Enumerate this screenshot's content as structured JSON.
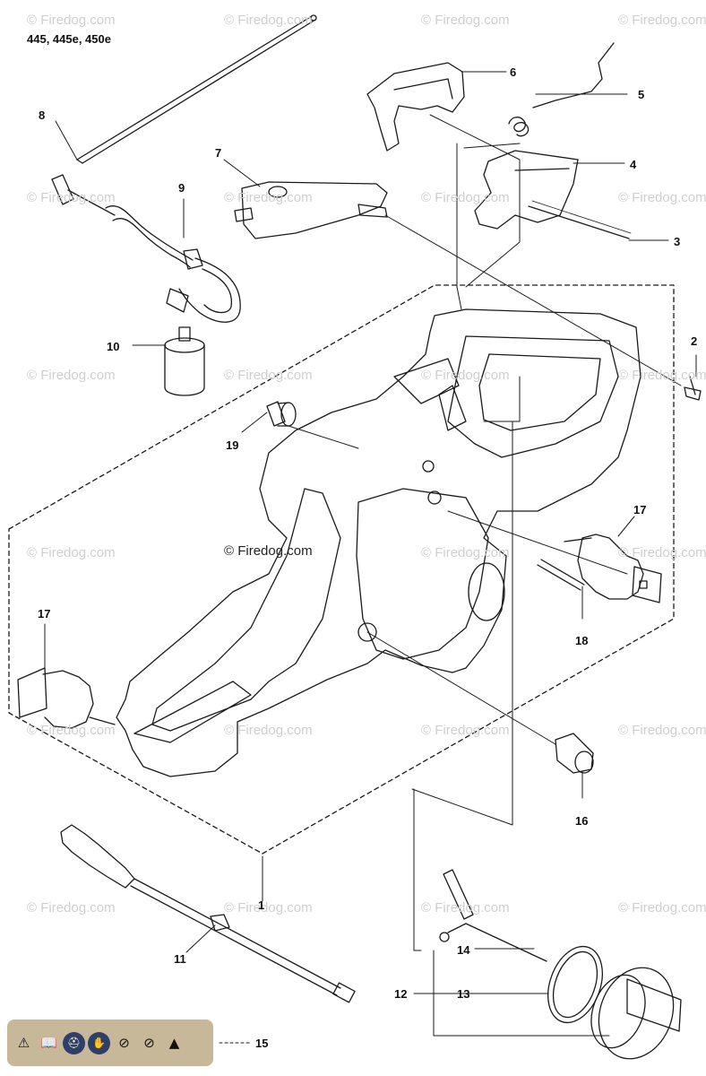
{
  "model_label": "445, 445e, 450e",
  "watermark_text": "© Firedog.com",
  "center_watermark": "© Firedog.com",
  "callouts": [
    "6",
    "5",
    "4",
    "3",
    "7",
    "8",
    "9",
    "2",
    "10",
    "19",
    "17",
    "17",
    "18",
    "16",
    "1",
    "11",
    "14",
    "12",
    "13",
    "15"
  ],
  "warning_icons": [
    {
      "icon": "warning-triangle-icon",
      "glyph": "⚠"
    },
    {
      "icon": "manual-book-icon",
      "glyph": "📖"
    },
    {
      "icon": "helmet-icon",
      "glyph": "⛑"
    },
    {
      "icon": "gloves-icon",
      "glyph": "✋"
    },
    {
      "icon": "no-smoking-icon",
      "glyph": "⊘"
    },
    {
      "icon": "no-kickback-icon",
      "glyph": "⊘"
    },
    {
      "icon": "fire-hazard-icon",
      "glyph": "▲"
    }
  ],
  "colors": {
    "line": "#1a1a1a",
    "watermark": "#cfcfcf",
    "warning_bg": "#c8b89a"
  }
}
